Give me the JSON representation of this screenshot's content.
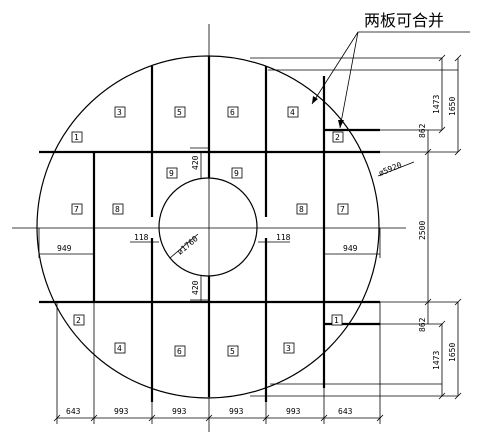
{
  "annotation": {
    "note": "两板可合并"
  },
  "plates": {
    "top_row": [
      "1",
      "3",
      "5",
      "6",
      "4",
      "2"
    ],
    "middle_left": [
      "7",
      "8"
    ],
    "middle_inner": [
      "9",
      "9"
    ],
    "middle_right": [
      "8",
      "7"
    ],
    "bottom_row": [
      "2",
      "4",
      "6",
      "5",
      "3",
      "1"
    ]
  },
  "dimensions": {
    "outer_diameter": "ø5920",
    "inner_diameter": "ø1760",
    "bottom_widths": [
      "643",
      "993",
      "993",
      "993",
      "993",
      "643"
    ],
    "side_left": "949",
    "side_right": "949",
    "gap_left": "118",
    "gap_right": "118",
    "inner_top": "420",
    "inner_bottom": "420",
    "right_top_1473": "1473",
    "right_top_1650": "1650",
    "right_top_862": "862",
    "right_middle": "2500",
    "right_bottom_862": "862",
    "right_bottom_1473": "1473",
    "right_bottom_1650": "1650"
  }
}
